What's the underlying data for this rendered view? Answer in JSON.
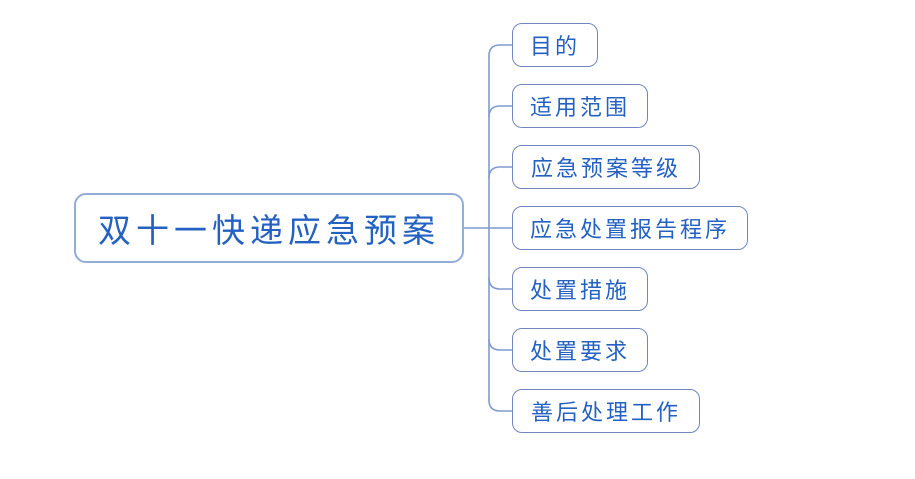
{
  "diagram": {
    "type": "mindmap",
    "root": {
      "label": "双十一快递应急预案"
    },
    "children": [
      {
        "label": "目的"
      },
      {
        "label": "适用范围"
      },
      {
        "label": "应急预案等级"
      },
      {
        "label": "应急处置报告程序"
      },
      {
        "label": "处置措施"
      },
      {
        "label": "处置要求"
      },
      {
        "label": "善后处理工作"
      }
    ],
    "colors": {
      "background": "#FFFFFF",
      "text": "#2361C2",
      "root_border": "#93ADD9",
      "child_border": "#7186BE",
      "connector": "#7F9BCE"
    }
  }
}
